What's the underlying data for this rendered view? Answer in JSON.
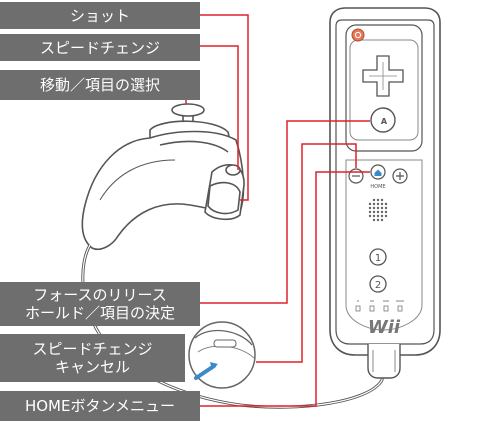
{
  "labels": {
    "shot": "ショット",
    "speed_change": "スピードチェンジ",
    "move_select": "移動／項目の選択",
    "force_release": [
      "フォースのリリース",
      "ホールド／項目の決定"
    ],
    "speed_change_cancel": [
      "スピードチェンジ",
      "キャンセル"
    ],
    "home_menu": "HOMEボタンメニュー"
  },
  "remote": {
    "home_text": "HOME",
    "brand": "Wii",
    "minus": "−",
    "plus": "+",
    "one": "1",
    "two": "2",
    "a": "A"
  },
  "colors": {
    "label_bg": "#6e6e6e",
    "leader_line": "#e0202c",
    "device_outline": "#555555",
    "power_button": "#e87a5a",
    "home_button": "#3a8ac8"
  }
}
